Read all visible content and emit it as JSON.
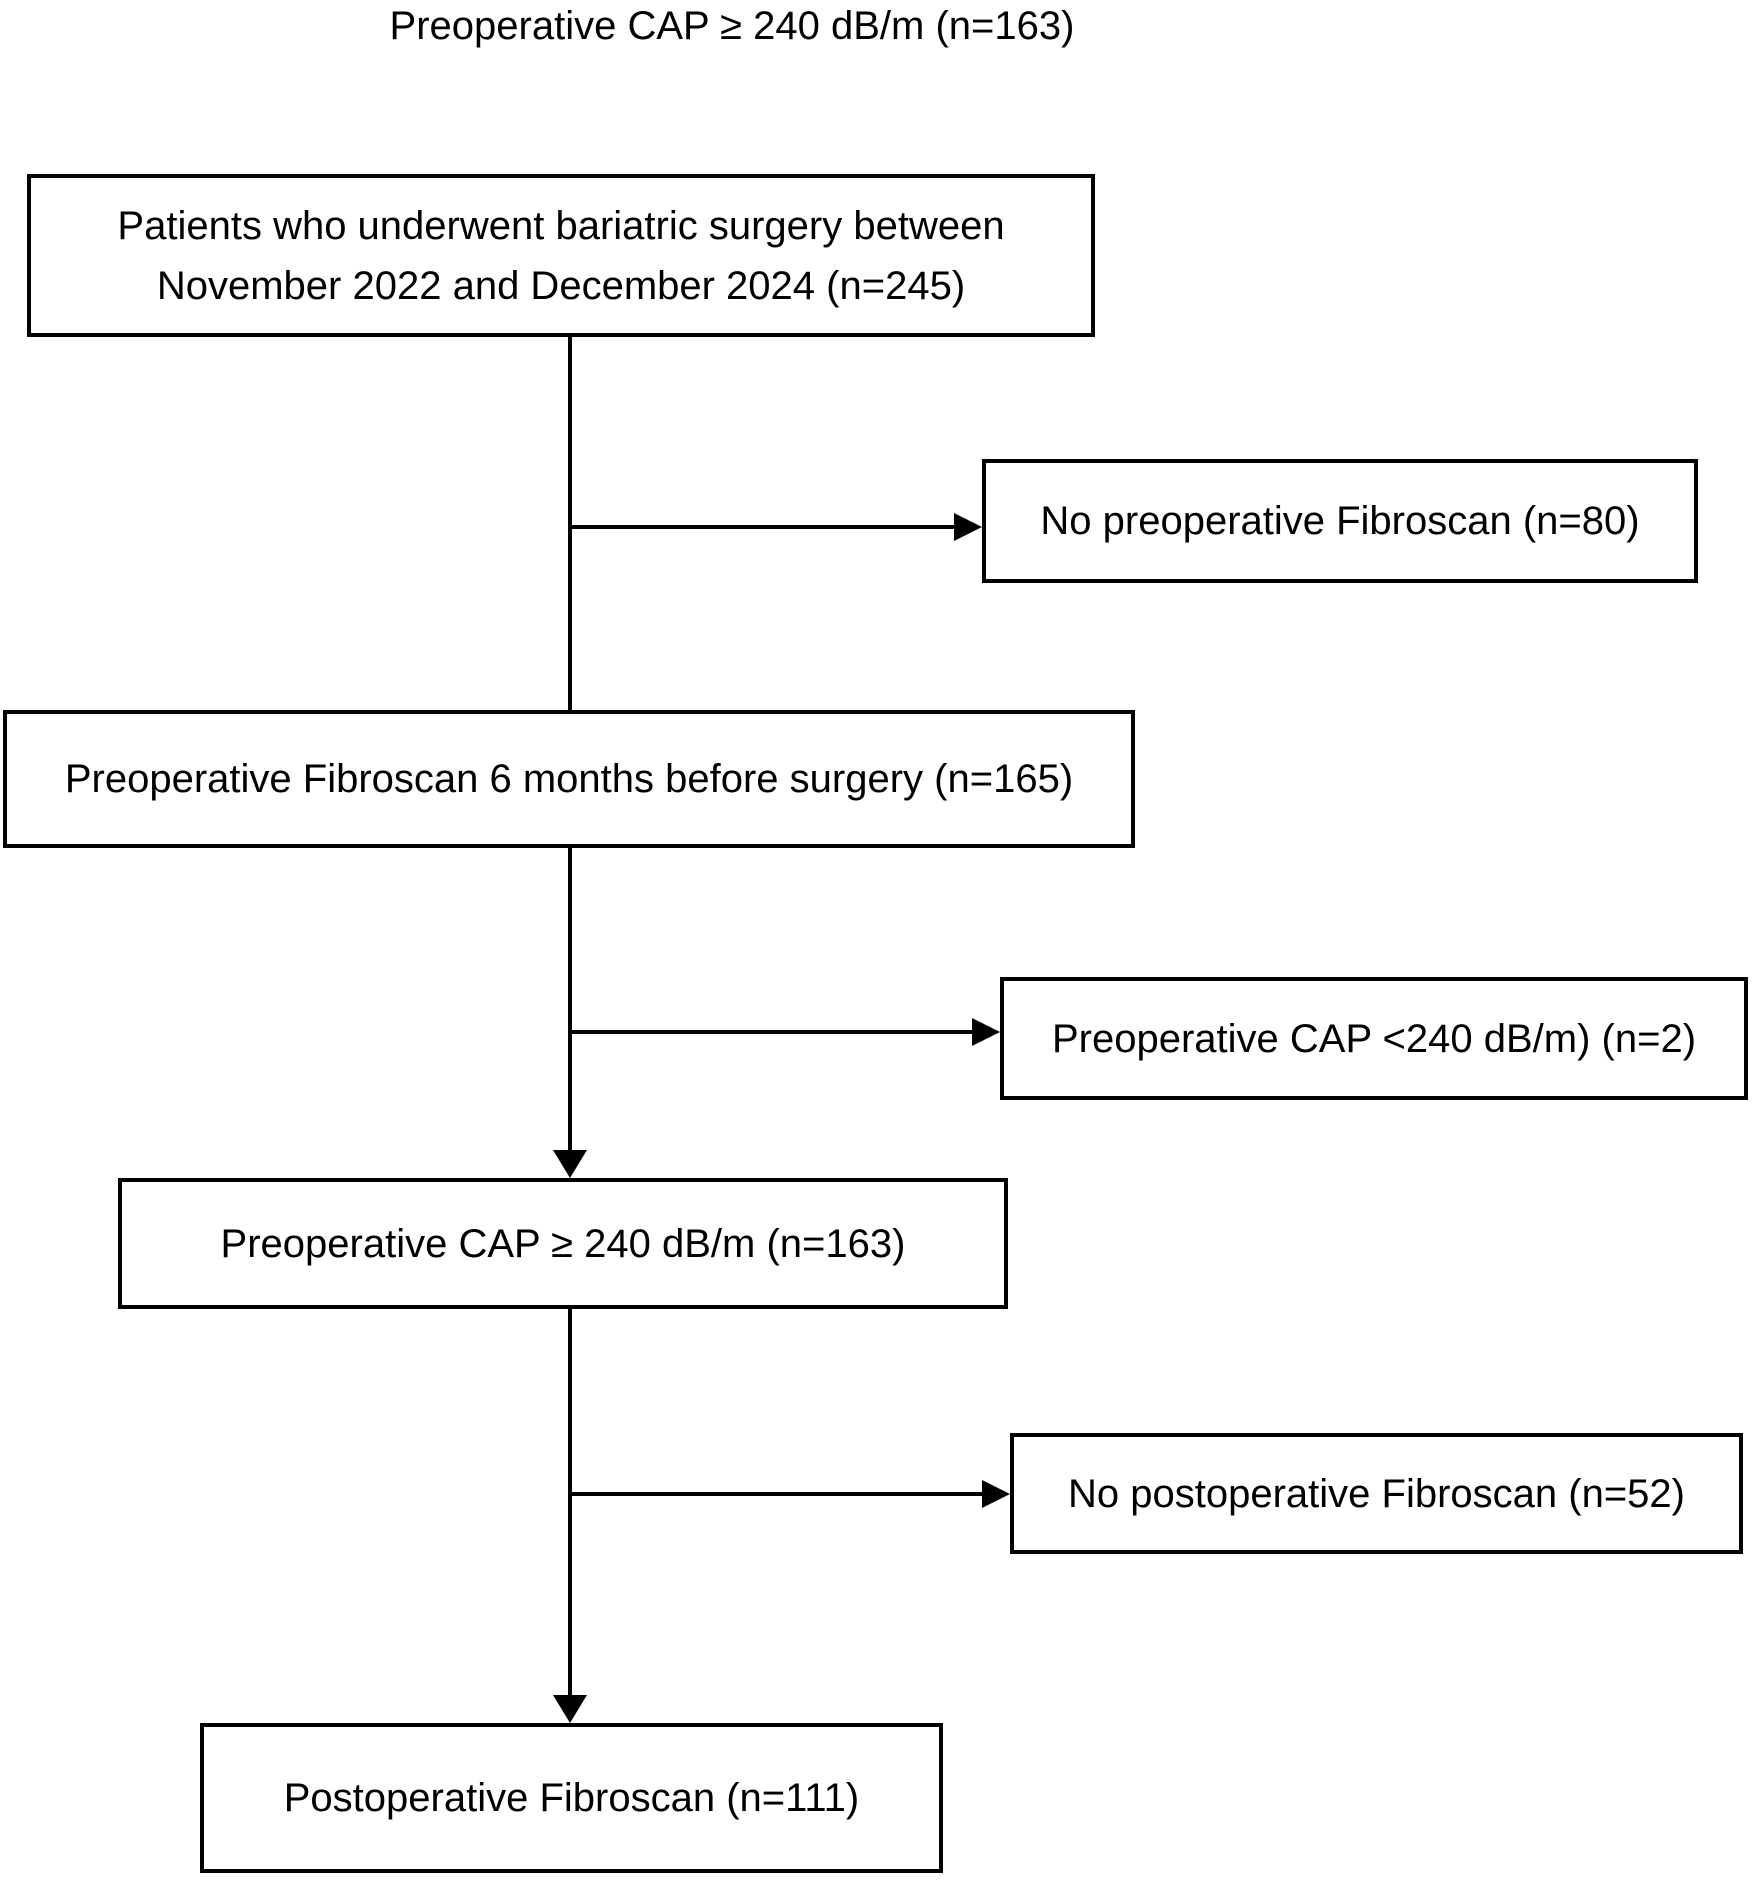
{
  "page_title": "Preoperative CAP ≥ 240 dB/m (n=163)",
  "boxes": {
    "surgery": {
      "lines": [
        "Patients who underwent bariatric surgery between",
        "November 2022 and December 2024 (n=245)"
      ]
    },
    "no_preop_fibroscan": {
      "label": "No preoperative Fibroscan (n=80)"
    },
    "preop_fibroscan": {
      "label": "Preoperative Fibroscan 6 months before surgery (n=165)"
    },
    "cap_below_240": {
      "label": "Preoperative CAP <240 dB/m) (n=2)"
    },
    "cap_at_least_240": {
      "label": "Preoperative CAP ≥ 240 dB/m (n=163)"
    },
    "no_postop_fibroscan": {
      "label": "No postoperative Fibroscan (n=52)"
    },
    "postop_fibroscan": {
      "label": "Postoperative Fibroscan (n=111)"
    }
  },
  "colors": {
    "line": "#000000",
    "text": "#000000",
    "background": "#ffffff"
  }
}
